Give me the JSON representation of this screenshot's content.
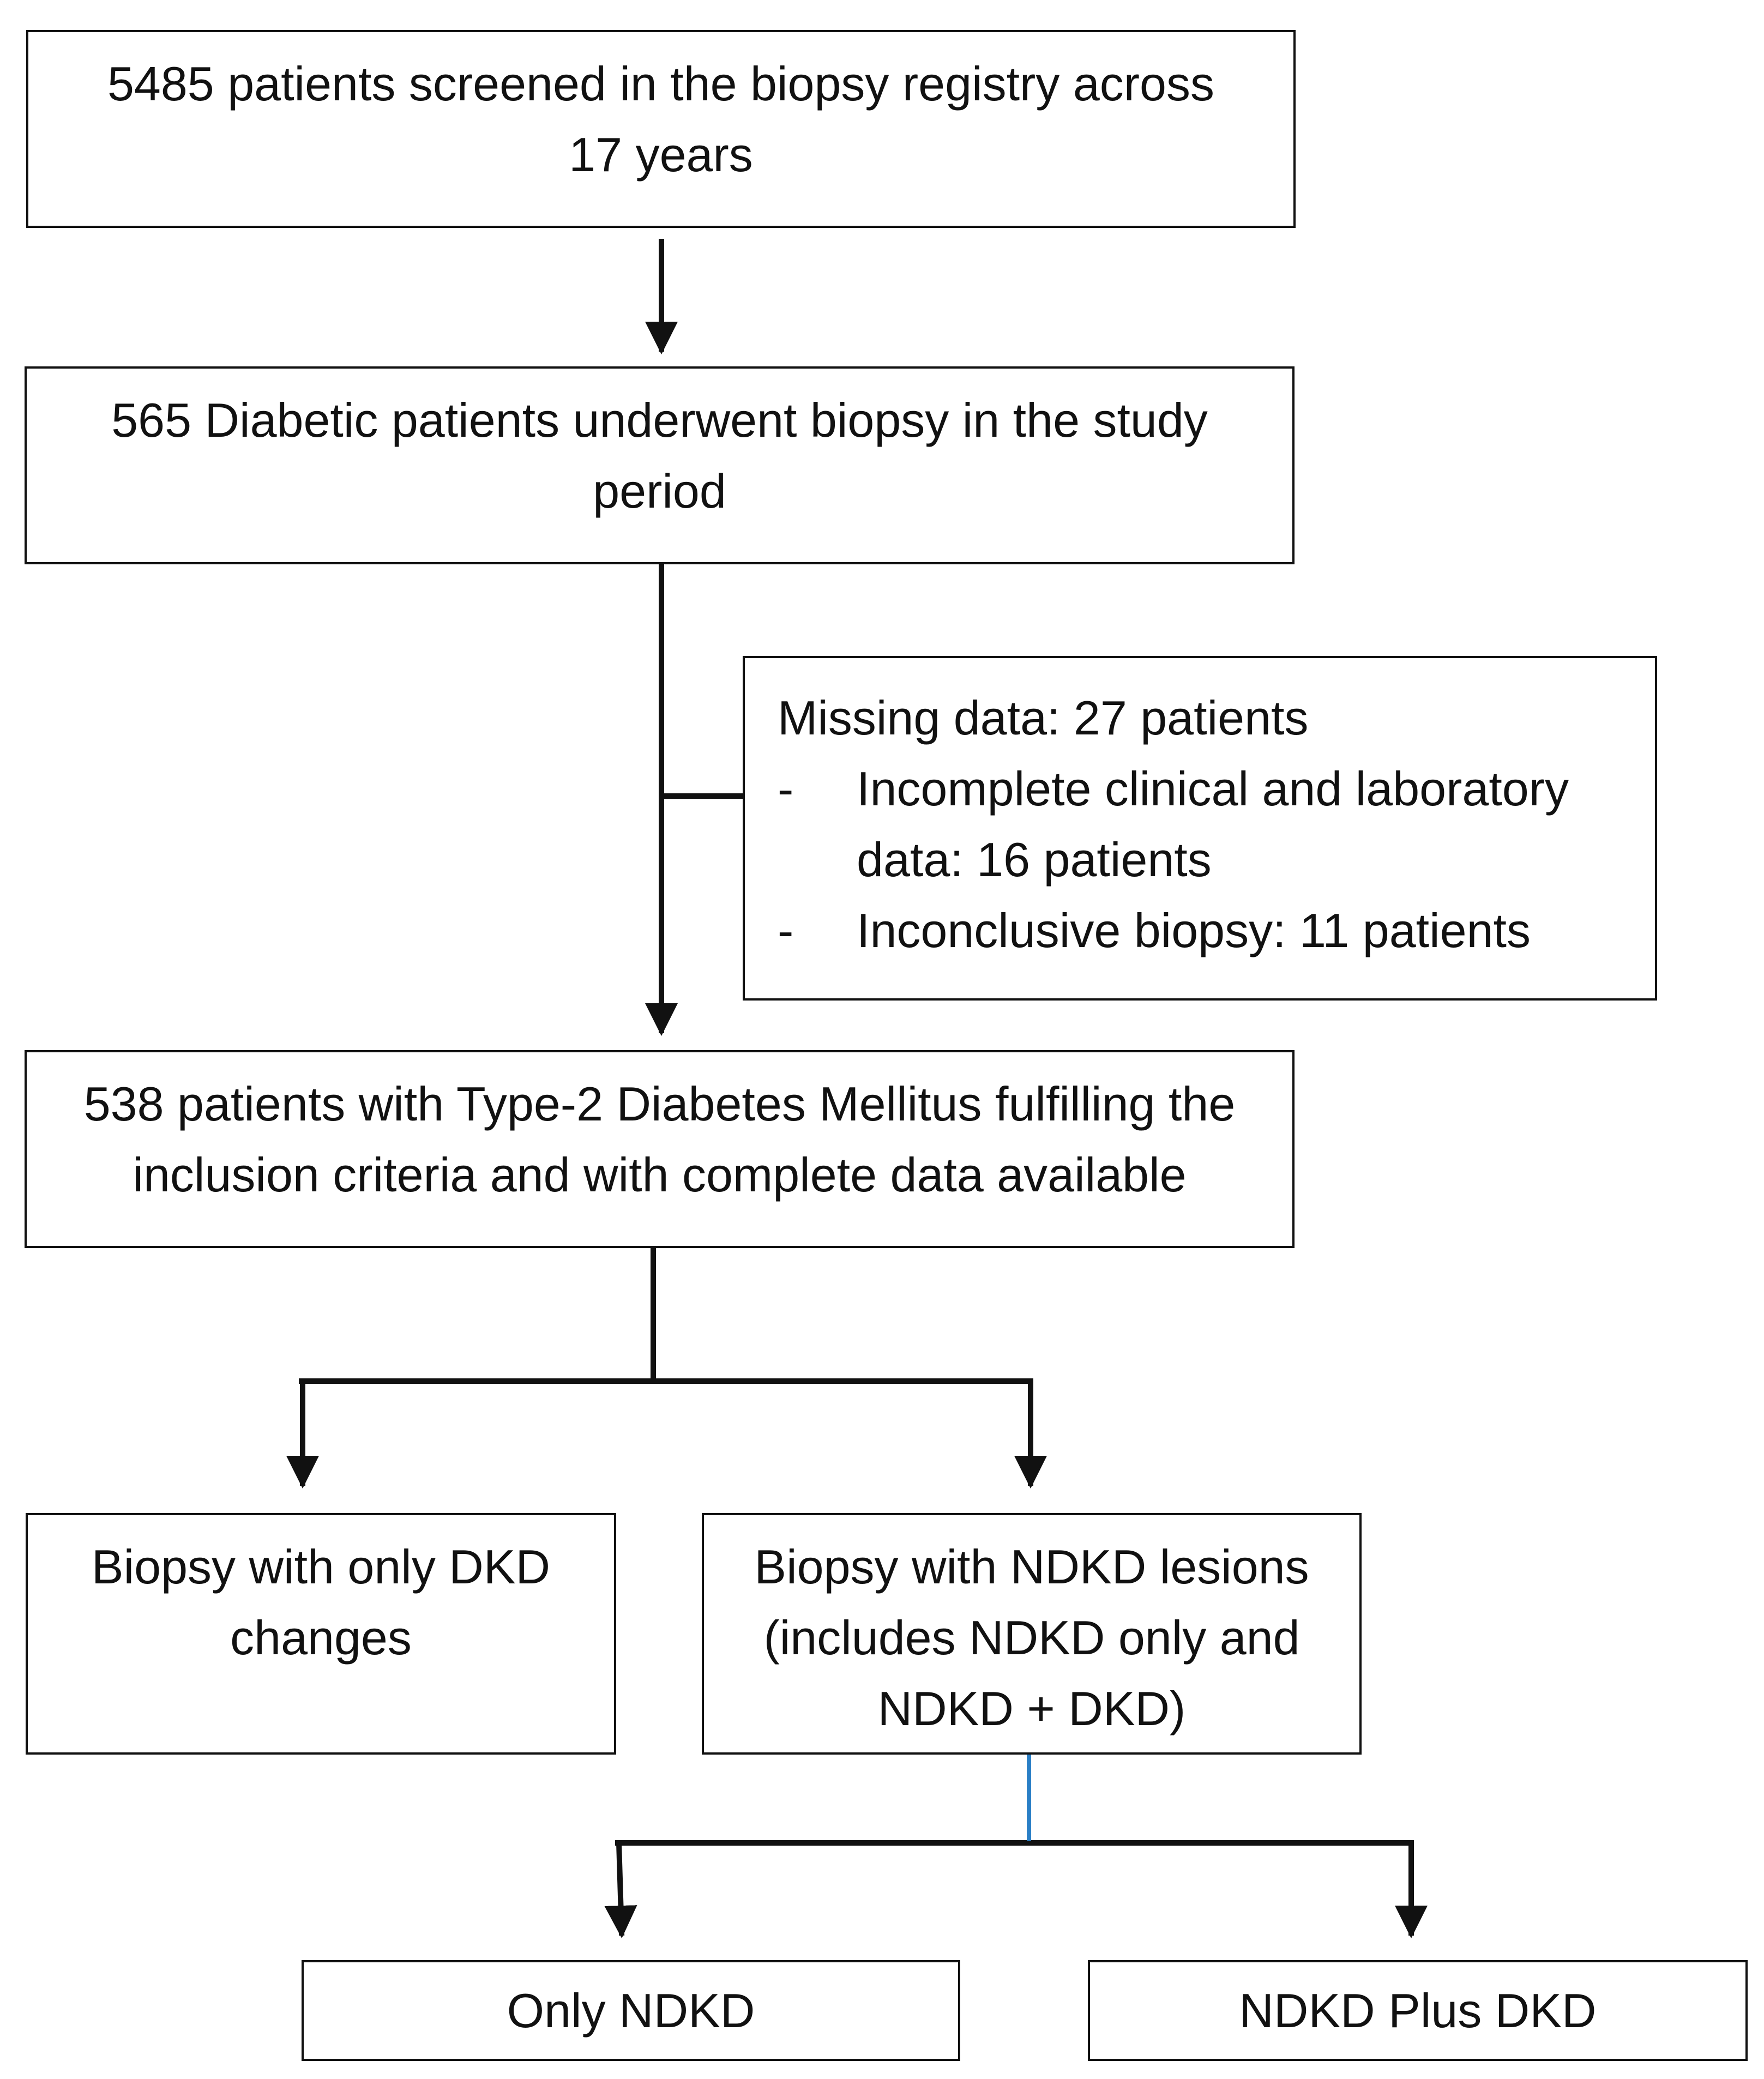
{
  "colors": {
    "line": "#111111",
    "accent_connector": "#2a7fc6"
  },
  "boxes": {
    "screened": {
      "lines": [
        "5485 patients screened in the biopsy registry across",
        "17 years"
      ]
    },
    "diabetic_biopsy": {
      "lines": [
        "565 Diabetic patients underwent biopsy in the study",
        "period"
      ]
    },
    "exclusions": {
      "heading": "Missing data: 27 patients",
      "items": [
        {
          "bullet": "-",
          "lines": [
            "Incomplete clinical and laboratory",
            "data: 16 patients"
          ]
        },
        {
          "bullet": "-",
          "lines": [
            "Inconclusive biopsy: 11 patients"
          ]
        }
      ]
    },
    "included": {
      "lines": [
        "538 patients with Type-2 Diabetes Mellitus fulfilling the",
        "inclusion criteria and with complete data available"
      ]
    },
    "dkd_only": {
      "lines": [
        "Biopsy with only DKD",
        "changes"
      ]
    },
    "ndkd_lesions": {
      "lines": [
        "Biopsy with NDKD lesions",
        "(includes NDKD only and",
        "NDKD + DKD)"
      ]
    },
    "only_ndkd": {
      "lines": [
        "Only NDKD"
      ]
    },
    "ndkd_plus_dkd": {
      "lines": [
        "NDKD Plus DKD"
      ]
    }
  }
}
